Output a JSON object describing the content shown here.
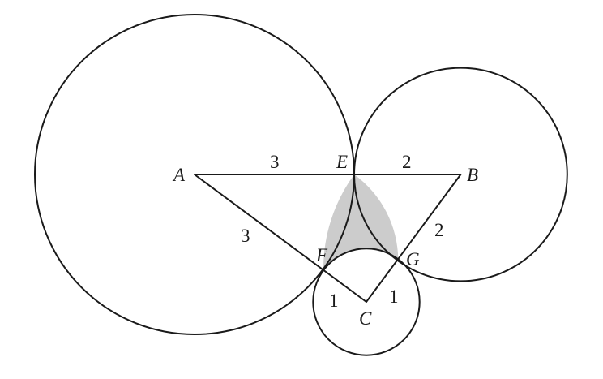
{
  "figure": {
    "description": "Three mutually tangent circles centered at A, B, C with radii 3, 2, 1; triangle ABC with tangent points E, F, G; shaded curvilinear region between the circles",
    "colors": {
      "stroke": "#1a1a1a",
      "shaded_region": "#cccccc",
      "background": "#ffffff"
    },
    "points": {
      "A": "A",
      "B": "B",
      "C": "C",
      "E": "E",
      "F": "F",
      "G": "G"
    },
    "segment_labels": {
      "AE": "3",
      "EB": "2",
      "AF": "3",
      "BG": "2",
      "FC": "1",
      "GC": "1"
    },
    "circles": [
      {
        "center": "A",
        "radius": 3
      },
      {
        "center": "B",
        "radius": 2
      },
      {
        "center": "C",
        "radius": 1
      }
    ]
  }
}
